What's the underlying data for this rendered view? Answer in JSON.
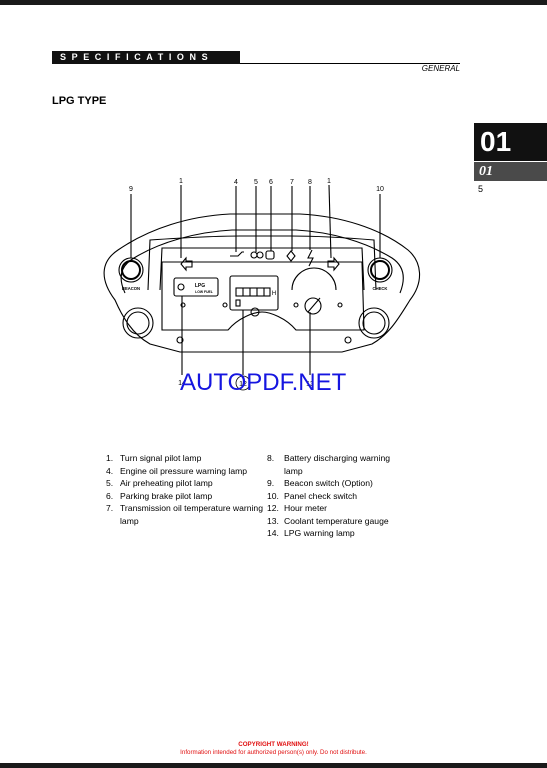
{
  "header": {
    "banner": "SPECIFICATIONS",
    "subtitle": "GENERAL"
  },
  "section_title": "LPG TYPE",
  "chapter_tab": {
    "number": "01",
    "sub_number": "01",
    "page": "5"
  },
  "diagram": {
    "callouts_top": [
      "9",
      "1",
      "4",
      "5",
      "6",
      "7",
      "8",
      "1",
      "10"
    ],
    "callouts_bottom": [
      "14",
      "12",
      "13"
    ],
    "beacon_label": "BEACON",
    "check_label": "CHECK",
    "lpg_label": "LPG",
    "low_fuel_label": "LOW FUEL",
    "hour_meter_digits": "",
    "hour_meter_unit": "H"
  },
  "watermark": "AUTOPDF.NET",
  "legend": {
    "left": [
      {
        "num": "1.",
        "text": "Turn signal pilot lamp"
      },
      {
        "num": "4.",
        "text": "Engine oil pressure warning lamp"
      },
      {
        "num": "5.",
        "text": "Air preheating pilot lamp"
      },
      {
        "num": "6.",
        "text": "Parking brake pilot lamp"
      },
      {
        "num": "7.",
        "text": "Transmission oil temperature warning lamp"
      }
    ],
    "right": [
      {
        "num": "8.",
        "text": "Battery discharging warning lamp"
      },
      {
        "num": "9.",
        "text": "Beacon switch (Option)"
      },
      {
        "num": "10.",
        "text": "Panel check switch"
      },
      {
        "num": "12.",
        "text": "Hour meter"
      },
      {
        "num": "13.",
        "text": "Coolant temperature gauge"
      },
      {
        "num": "14.",
        "text": "LPG warning lamp"
      }
    ]
  },
  "footer": {
    "warning_title": "COPYRIGHT WARNING!",
    "warning_text": "Information intended for authorized person(s) only. Do not distribute."
  }
}
